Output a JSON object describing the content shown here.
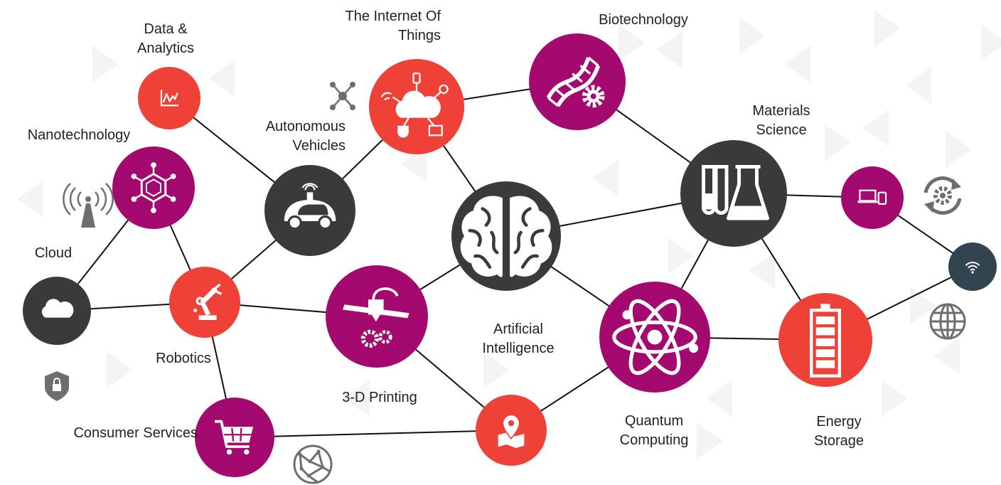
{
  "palette": {
    "magenta": "#A3096E",
    "red": "#EE4137",
    "dark": "#3A3A3A",
    "slate": "#334451",
    "grey_icon": "#6E6E6E",
    "line": "#111111",
    "background_pattern": "#F4F4F4"
  },
  "labels": {
    "data_analytics": "Data &\nAnalytics",
    "iot": "The Internet Of\nThings",
    "biotechnology": "Biotechnology",
    "materials_science": "Materials\nScience",
    "nanotechnology": "Nanotechnology",
    "autonomous_vehicles": "Autonomous\nVehicles",
    "cloud": "Cloud",
    "robotics": "Robotics",
    "artificial_intelligence": "Artificial\nIntelligence",
    "three_d_printing": "3-D Printing",
    "consumer_services": "Consumer Services",
    "quantum_computing": "Quantum\nComputing",
    "energy_storage": "Energy\nStorage"
  },
  "nodes": [
    {
      "id": "data-analytics",
      "color": "red",
      "icon": "line-chart-icon"
    },
    {
      "id": "nanotechnology",
      "color": "magenta",
      "icon": "molecule-hexagon-icon"
    },
    {
      "id": "iot",
      "color": "red",
      "icon": "cloud-network-icon"
    },
    {
      "id": "biotechnology",
      "color": "magenta",
      "icon": "dna-gear-icon"
    },
    {
      "id": "autonomous-vehicles",
      "color": "dark",
      "icon": "self-driving-car-icon"
    },
    {
      "id": "materials-science",
      "color": "dark",
      "icon": "lab-flask-icon"
    },
    {
      "id": "artificial-intelligence",
      "color": "dark",
      "icon": "brain-icon"
    },
    {
      "id": "cloud",
      "color": "dark",
      "icon": "cloud-icon"
    },
    {
      "id": "robotics",
      "color": "red",
      "icon": "robot-arm-icon"
    },
    {
      "id": "three-d-printing",
      "color": "magenta",
      "icon": "3d-printer-icon"
    },
    {
      "id": "quantum-computing",
      "color": "magenta",
      "icon": "atom-icon"
    },
    {
      "id": "energy-storage",
      "color": "red",
      "icon": "battery-icon"
    },
    {
      "id": "devices",
      "color": "magenta",
      "icon": "devices-icon"
    },
    {
      "id": "wifi",
      "color": "slate",
      "icon": "wifi-icon"
    },
    {
      "id": "consumer-services",
      "color": "magenta",
      "icon": "shopping-cart-icon"
    },
    {
      "id": "location",
      "color": "red",
      "icon": "map-pin-icon"
    }
  ],
  "edges": [
    [
      "data-analytics",
      "autonomous-vehicles"
    ],
    [
      "nanotechnology",
      "robotics"
    ],
    [
      "cloud",
      "nanotechnology"
    ],
    [
      "cloud",
      "robotics"
    ],
    [
      "autonomous-vehicles",
      "robotics"
    ],
    [
      "autonomous-vehicles",
      "iot"
    ],
    [
      "iot",
      "biotechnology"
    ],
    [
      "iot",
      "artificial-intelligence"
    ],
    [
      "biotechnology",
      "materials-science"
    ],
    [
      "materials-science",
      "artificial-intelligence"
    ],
    [
      "materials-science",
      "quantum-computing"
    ],
    [
      "materials-science",
      "energy-storage"
    ],
    [
      "materials-science",
      "devices"
    ],
    [
      "devices",
      "wifi"
    ],
    [
      "wifi",
      "energy-storage"
    ],
    [
      "robotics",
      "three-d-printing"
    ],
    [
      "robotics",
      "consumer-services"
    ],
    [
      "three-d-printing",
      "artificial-intelligence"
    ],
    [
      "three-d-printing",
      "location"
    ],
    [
      "artificial-intelligence",
      "quantum-computing"
    ],
    [
      "quantum-computing",
      "energy-storage"
    ],
    [
      "quantum-computing",
      "location"
    ],
    [
      "consumer-services",
      "location"
    ]
  ],
  "decorative_icons": [
    "network-node-icon",
    "radio-tower-icon",
    "shield-lock-icon",
    "settings-sync-icon",
    "globe-icon",
    "world-network-icon"
  ]
}
